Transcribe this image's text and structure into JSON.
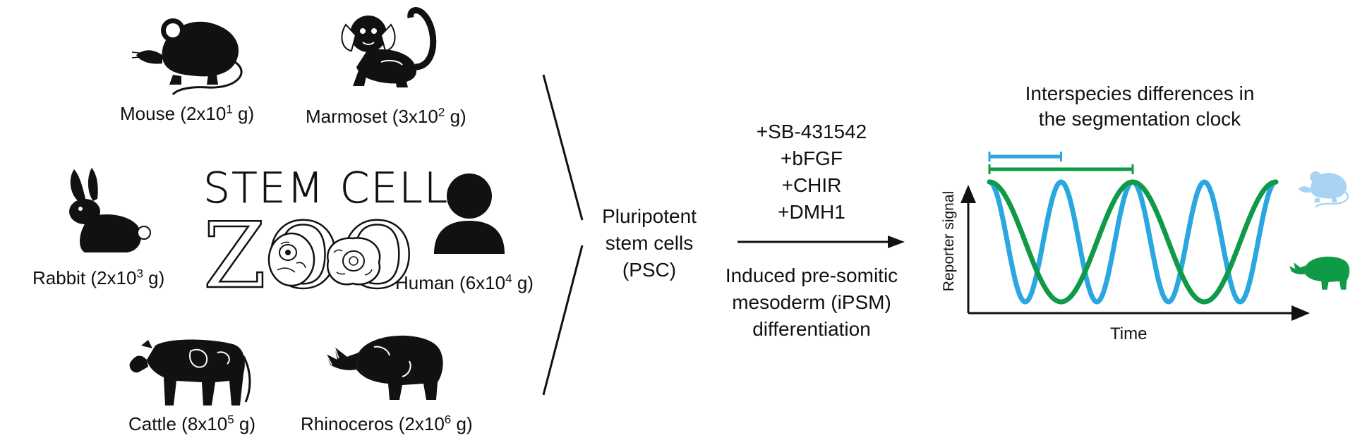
{
  "species": [
    {
      "id": "mouse",
      "name": "Mouse",
      "mass_base": "2x10",
      "mass_exp": "1",
      "unit": "g"
    },
    {
      "id": "marmoset",
      "name": "Marmoset",
      "mass_base": "3x10",
      "mass_exp": "2",
      "unit": "g"
    },
    {
      "id": "rabbit",
      "name": "Rabbit",
      "mass_base": "2x10",
      "mass_exp": "3",
      "unit": "g"
    },
    {
      "id": "human",
      "name": "Human",
      "mass_base": "6x10",
      "mass_exp": "4",
      "unit": "g"
    },
    {
      "id": "cattle",
      "name": "Cattle",
      "mass_base": "8x10",
      "mass_exp": "5",
      "unit": "g"
    },
    {
      "id": "rhinoceros",
      "name": "Rhinoceros",
      "mass_base": "2x10",
      "mass_exp": "6",
      "unit": "g"
    }
  ],
  "logo": {
    "line1": "STEM CELL",
    "line2": "ZOO"
  },
  "psc": {
    "lines": [
      "Pluripotent",
      "stem cells",
      "(PSC)"
    ]
  },
  "factors": [
    "+SB-431542",
    "+bFGF",
    "+CHIR",
    "+DMH1"
  ],
  "differentiation": {
    "lines": [
      "Induced pre-somitic",
      "mesoderm (iPSM)",
      "differentiation"
    ]
  },
  "clock_title": {
    "lines": [
      "Interspecies differences in",
      "the segmentation clock"
    ]
  },
  "chart_data": {
    "type": "line",
    "title": "Interspecies differences in the segmentation clock",
    "xlabel": "Time",
    "ylabel": "Reporter signal",
    "grid": false,
    "series": [
      {
        "color": "#2aa7e0",
        "period": 1.0,
        "cycles": 4
      },
      {
        "color": "#0e9a47",
        "period": 2.0,
        "cycles": 2
      }
    ],
    "period_bars": [
      {
        "color": "#2aa7e0",
        "period": 1.0
      },
      {
        "color": "#0e9a47",
        "period": 2.0
      }
    ]
  },
  "colors": {
    "fast": "#2aa7e0",
    "slow": "#0e9a47",
    "ink": "#111111"
  }
}
